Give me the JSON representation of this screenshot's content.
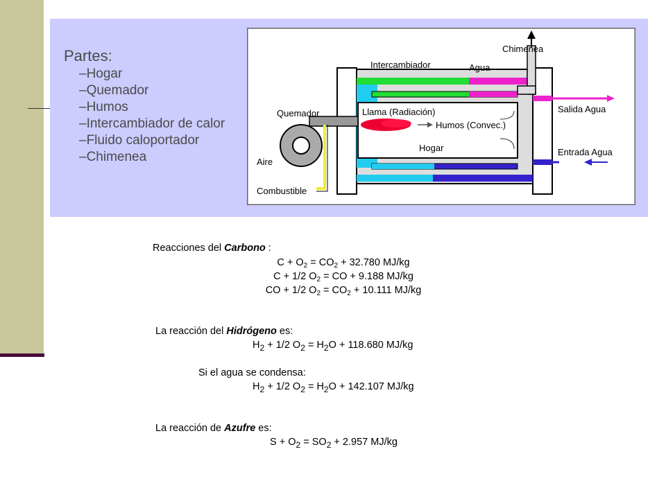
{
  "parts": {
    "title": "Partes:",
    "items": [
      "Hogar",
      "Quemador",
      "Humos",
      "Intercambiador de calor",
      "Fluido caloportador",
      "Chimenea"
    ]
  },
  "diagram": {
    "chimenea": "Chimenea",
    "intercambiador": "Intercambiador",
    "agua": "Agua",
    "quemador": "Quemador",
    "llama": "Llama (Radiación)",
    "humos": "Humos (Convec.)",
    "hogar": "Hogar",
    "aire": "Aire",
    "combustible": "Combustible",
    "salida_agua": "Salida Agua",
    "entrada_agua": "Entrada Agua"
  },
  "reactions": {
    "carbono_prefix": "Reacciones del ",
    "carbono_name": "Carbono",
    "carbono_suffix": " :",
    "carbono_eq": [
      {
        "lhs_a": "C + O",
        "lhs_a_sub": "2",
        "lhs_b": " = CO",
        "rhs_sub": "2",
        "rhs": " + 32.780 MJ/kg"
      },
      {
        "lhs_a": "C + 1/2 O",
        "lhs_a_sub": "2",
        "lhs_b": " = CO + 9.188 MJ/kg",
        "rhs_sub": "",
        "rhs": ""
      },
      {
        "lhs_a": "CO + 1/2 O",
        "lhs_a_sub": "2",
        "lhs_b": " = CO",
        "rhs_sub": "2",
        "rhs": " + 10.111 MJ/kg"
      }
    ],
    "hidrogeno_prefix": "La reacción del ",
    "hidrogeno_name": "Hidrógeno",
    "hidrogeno_suffix": " es:",
    "hidrogeno_eq": {
      "a": "H",
      "a_sub": "2",
      "b": " + 1/2 O",
      "b_sub": "2",
      "c": " = H",
      "c_sub": "2",
      "d": "O + 118.680 MJ/kg"
    },
    "condensa_label": "Si el agua se condensa:",
    "condensa_eq": {
      "a": "H",
      "a_sub": "2",
      "b": " + 1/2 O",
      "b_sub": "2",
      "c": " = H",
      "c_sub": "2",
      "d": "O + 142.107 MJ/kg"
    },
    "azufre_prefix": "La reacción de ",
    "azufre_name": "Azufre",
    "azufre_suffix": " es:",
    "azufre_eq": {
      "a": "S + O",
      "a_sub": "2",
      "b": " = SO",
      "b_sub": "2",
      "c": " + 2.957 MJ/kg"
    }
  },
  "colors": {
    "sidebar": "#c8c79a",
    "panel": "#ccccff",
    "water_cold": "#3322cc",
    "water_hot": "#ee22cc",
    "exchanger_green": "#22dd33",
    "exchanger_cyan": "#22ccee",
    "flame": "#ee0033",
    "fuel": "#eeee33"
  }
}
